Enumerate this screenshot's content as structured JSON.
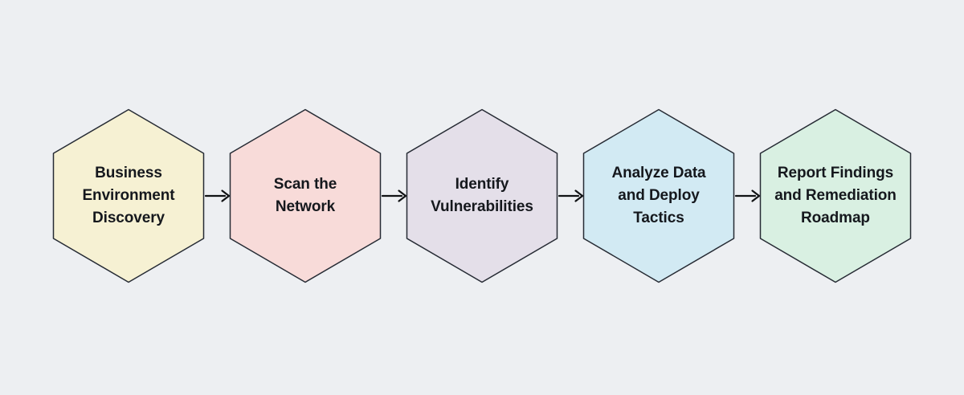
{
  "diagram": {
    "type": "flowchart",
    "direction": "left-to-right",
    "node_shape": "hexagon",
    "background_color": "#edeff2",
    "border_color": "#262b34",
    "text_color": "#15181d",
    "arrow_color": "#101214",
    "stages": [
      {
        "id": 1,
        "label": "Business\nEnvironment\nDiscovery",
        "fill": "#f6f1d3"
      },
      {
        "id": 2,
        "label": "Scan the\nNetwork",
        "fill": "#f8dbd9"
      },
      {
        "id": 3,
        "label": "Identify\nVulnerabilities",
        "fill": "#e4dfe9"
      },
      {
        "id": 4,
        "label": "Analyze Data\nand Deploy\nTactics",
        "fill": "#d2eaf3"
      },
      {
        "id": 5,
        "label": "Report Findings\nand Remediation\nRoadmap",
        "fill": "#d9f0e2"
      }
    ],
    "connections": [
      {
        "from": 1,
        "to": 2
      },
      {
        "from": 2,
        "to": 3
      },
      {
        "from": 3,
        "to": 4
      },
      {
        "from": 4,
        "to": 5
      }
    ]
  }
}
